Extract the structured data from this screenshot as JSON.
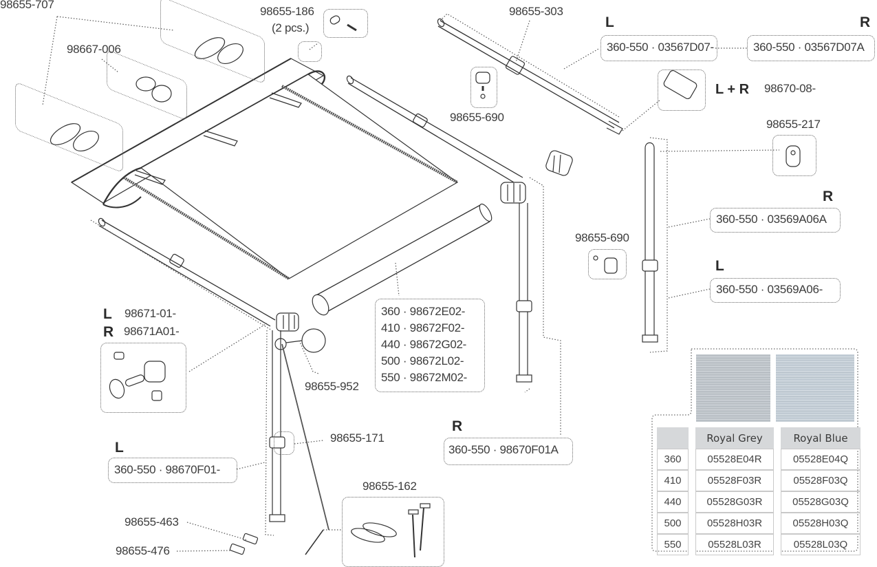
{
  "diagram": {
    "type": "exploded-parts-diagram",
    "subject": "awning assembly"
  },
  "labels": {
    "p98655_707": "98655-707",
    "p98667_006": "98667-006",
    "p98655_186": "98655-186",
    "p98655_186_qty": "(2 pcs.)",
    "p98655_303": "98655-303",
    "p98655_690_top": "98655-690",
    "p98655_690_mid": "98655-690",
    "p98670_08_side": "L + R",
    "p98670_08": "98670-08-",
    "p98655_217": "98655-217",
    "p98655_952": "98655-952",
    "p98655_171": "98655-171",
    "p98655_162": "98655-162",
    "p98655_463": "98655-463",
    "p98655_476": "98655-476"
  },
  "side_markers": {
    "top_arm_left": "L",
    "top_arm_right": "R",
    "leg_right_R": "R",
    "leg_right_L": "L",
    "front_leg_L": "L",
    "front_leg_R": "R",
    "corner_L": "L",
    "corner_R": "R"
  },
  "boxes": {
    "top_arm_left": "360-550 · 03567D07-",
    "top_arm_right": "360-550 · 03567D07A",
    "leg_rear_R": "360-550 · 03569A06A",
    "leg_rear_L": "360-550 · 03569A06-",
    "leg_front_L": "360-550 · 98670F01-",
    "leg_front_R": "360-550 · 98670F01A"
  },
  "corner_parts": {
    "L": "98671-01-",
    "R": "98671A01-"
  },
  "front_bar": {
    "items": [
      "360 · 98672E02-",
      "410 · 98672F02-",
      "440 · 98672G02-",
      "500 · 98672L02-",
      "550 · 98672M02-"
    ]
  },
  "fabric_table": {
    "headers": [
      "",
      "Royal Grey",
      "Royal Blue"
    ],
    "swatches": [
      {
        "name": "Royal Grey",
        "color": "#c2c8cd"
      },
      {
        "name": "Royal Blue",
        "color": "#c9d2da"
      }
    ],
    "rows": [
      [
        "360",
        "05528E04R",
        "05528E04Q"
      ],
      [
        "410",
        "05528F03R",
        "05528F03Q"
      ],
      [
        "440",
        "05528G03R",
        "05528G03Q"
      ],
      [
        "500",
        "05528H03R",
        "05528H03Q"
      ],
      [
        "550",
        "05528L03R",
        "05528L03Q"
      ]
    ]
  }
}
